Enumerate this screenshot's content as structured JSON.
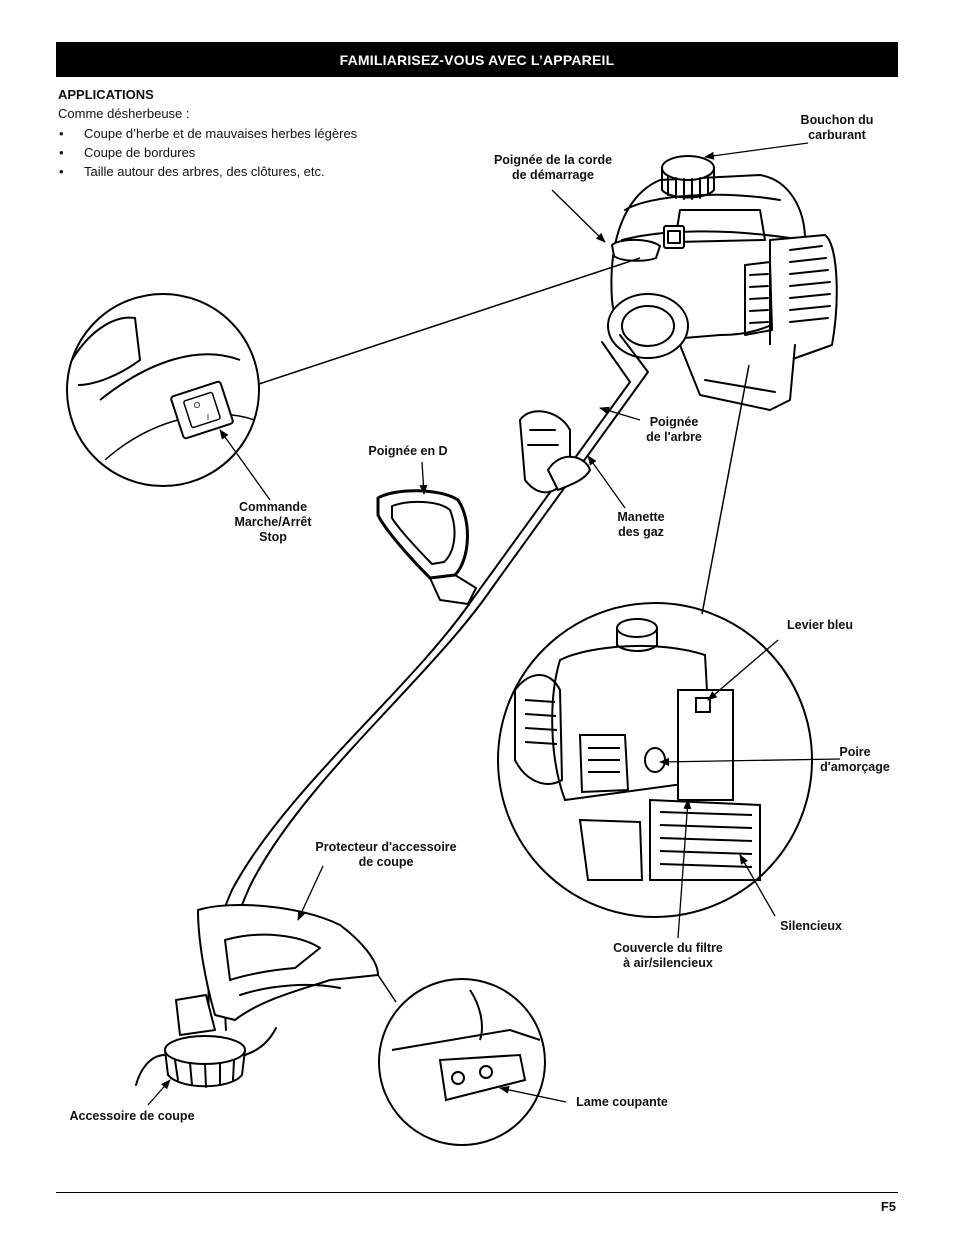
{
  "header": {
    "title": "FAMILIARISEZ-VOUS AVEC L’APPAREIL"
  },
  "applications": {
    "title": "APPLICATIONS",
    "intro": "Comme désherbeuse :",
    "items": [
      "Coupe d’herbe et de mauvaises herbes légères",
      "Coupe de bordures",
      "Taille autour des arbres, des clôtures, etc."
    ]
  },
  "callouts": {
    "fuel_cap": "Bouchon du\ncarburant",
    "starter_grip": "Poignée de la corde\nde démarrage",
    "on_off_switch": "Commande\nMarche/Arrêt\nStop",
    "d_handle": "Poignée en D",
    "shaft_handle": "Poignée\nde l'arbre",
    "throttle": "Manette\ndes gaz",
    "blue_lever": "Levier bleu",
    "primer_bulb": "Poire\nd'amorçage",
    "muffler": "Silencieux",
    "air_filter_cover": "Couvercle du filtre\nà air/silencieux",
    "attachment_guard": "Protecteur d'accessoire\nde coupe",
    "cutting_attachment": "Accessoire de coupe",
    "cutting_blade": "Lame coupante"
  },
  "switch_marks": {
    "off": "O",
    "on": "I"
  },
  "footer": {
    "page_number": "F5"
  }
}
